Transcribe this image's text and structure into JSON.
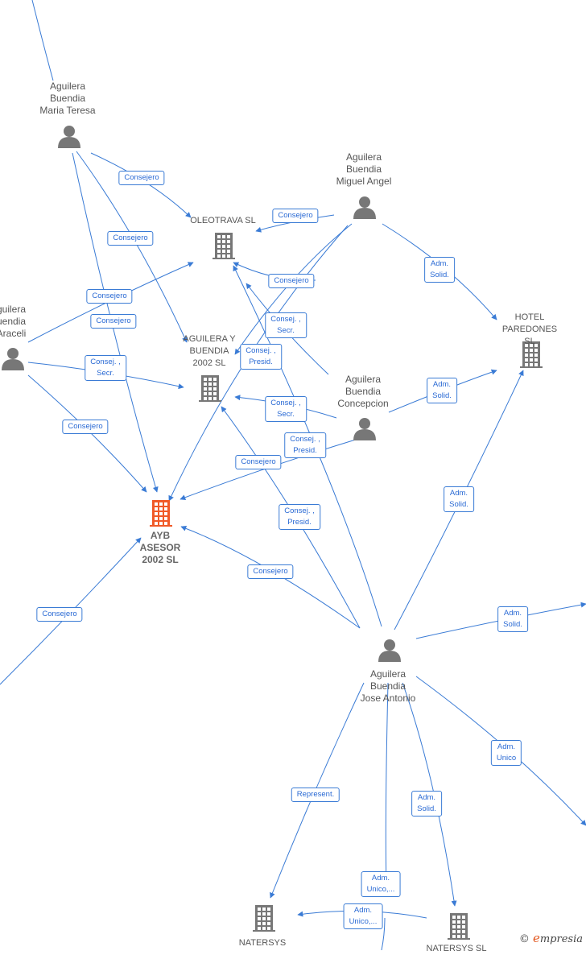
{
  "colors": {
    "edge": "#3a7bd5",
    "icon": "#777777",
    "focus": "#f05a28"
  },
  "persons": [
    {
      "id": "mariateresa",
      "label": "Aguilera\nBuendia\nMaria Teresa"
    },
    {
      "id": "miguelangel",
      "label": "Aguilera\nBuendia\nMiguel Angel"
    },
    {
      "id": "araceli",
      "label": "guilera\nuendia\nAraceli"
    },
    {
      "id": "concepcion",
      "label": "Aguilera\nBuendia\nConcepcion"
    },
    {
      "id": "joseantonio",
      "label": "Aguilera\nBuendia\nJose Antonio"
    }
  ],
  "companies": [
    {
      "id": "oleotrava",
      "label": "OLEOTRAVA SL"
    },
    {
      "id": "hotel",
      "label": "HOTEL\nPAREDONES SL"
    },
    {
      "id": "aguileraybuendia",
      "label": "AGUILERA Y\nBUENDIA\n2002 SL"
    },
    {
      "id": "ayb",
      "label": "AYB\nASESOR\n2002 SL",
      "focus": true
    },
    {
      "id": "natersys1",
      "label": "NATERSYS"
    },
    {
      "id": "natersys2",
      "label": "NATERSYS SL"
    }
  ],
  "edge_labels": [
    "Consejero",
    "Consejero",
    "Consejero",
    "Consejero",
    "Consej. ,\nSecr.",
    "Consejero",
    "Consejero",
    "Consejero",
    "Adm.\nSolid.",
    "Consejero",
    "Consej. ,\nSecr.",
    "Consej. ,\nPresid.",
    "Consej. ,\nSecr.",
    "Consej. ,\nPresid.",
    "Consejero",
    "Adm.\nSolid.",
    "Consej. ,\nPresid.",
    "Consejero",
    "Adm.\nSolid.",
    "Adm.\nSolid.",
    "Adm.\nUnico",
    "Represent.",
    "Adm.\nSolid.",
    "Adm.\nUnico,...",
    "Adm.\nUnico,...",
    "Consejero"
  ],
  "footer": {
    "copyright": "©",
    "brand_initial": "e",
    "brand_rest": "mpresia"
  }
}
